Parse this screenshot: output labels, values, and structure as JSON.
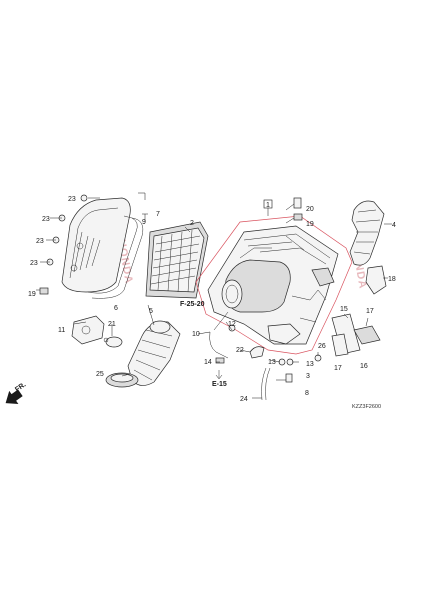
{
  "watermark": "HONDA",
  "diagram_code": "KZZ3F2600",
  "refs": {
    "frame_ref": "F-25-20",
    "elec_ref": "E-15",
    "fr_arrow": "FR."
  },
  "parts": {
    "p1": "1",
    "p2": "2",
    "p3": "3",
    "p4": "4",
    "p5": "5",
    "p6": "6",
    "p7": "7",
    "p8": "8",
    "p9": "9",
    "p10": "10",
    "p11": "11",
    "p12": "12",
    "p13a": "13",
    "p13b": "13",
    "p14": "14",
    "p15": "15",
    "p16": "16",
    "p17a": "17",
    "p17b": "17",
    "p18": "18",
    "p19a": "19",
    "p19b": "19",
    "p20": "20",
    "p21": "21",
    "p22": "22",
    "p23a": "23",
    "p23b": "23",
    "p23c": "23",
    "p23d": "23",
    "p24": "24",
    "p25": "25",
    "p26": "26"
  }
}
